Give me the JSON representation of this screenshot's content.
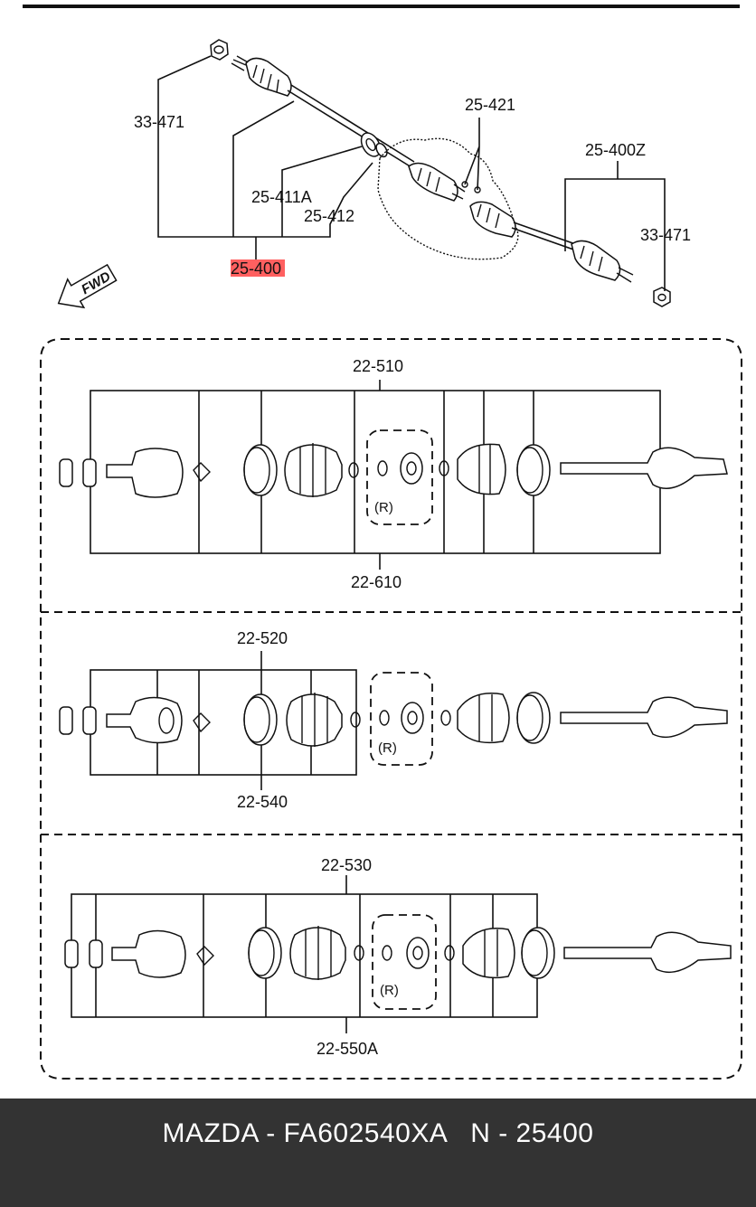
{
  "assembly": {
    "callouts": {
      "nut_left": "33-471",
      "shaft_assembly": "25-400",
      "boot_set": "25-411A",
      "boot_band": "25-412",
      "clip": "25-421",
      "shaft_right": "25-400Z",
      "nut_right": "33-471"
    },
    "fwd_label": "FWD",
    "highlight_color": "#ff6060"
  },
  "variant1": {
    "top_label": "22-510",
    "bottom_label": "22-610",
    "r_mark": "(R)"
  },
  "variant2": {
    "top_label": "22-520",
    "bottom_label": "22-540",
    "r_mark": "(R)"
  },
  "variant3": {
    "top_label": "22-530",
    "bottom_label": "22-550A",
    "r_mark": "(R)"
  },
  "footer": {
    "text": "MAZDA - FA602540XA   N - 25400"
  }
}
